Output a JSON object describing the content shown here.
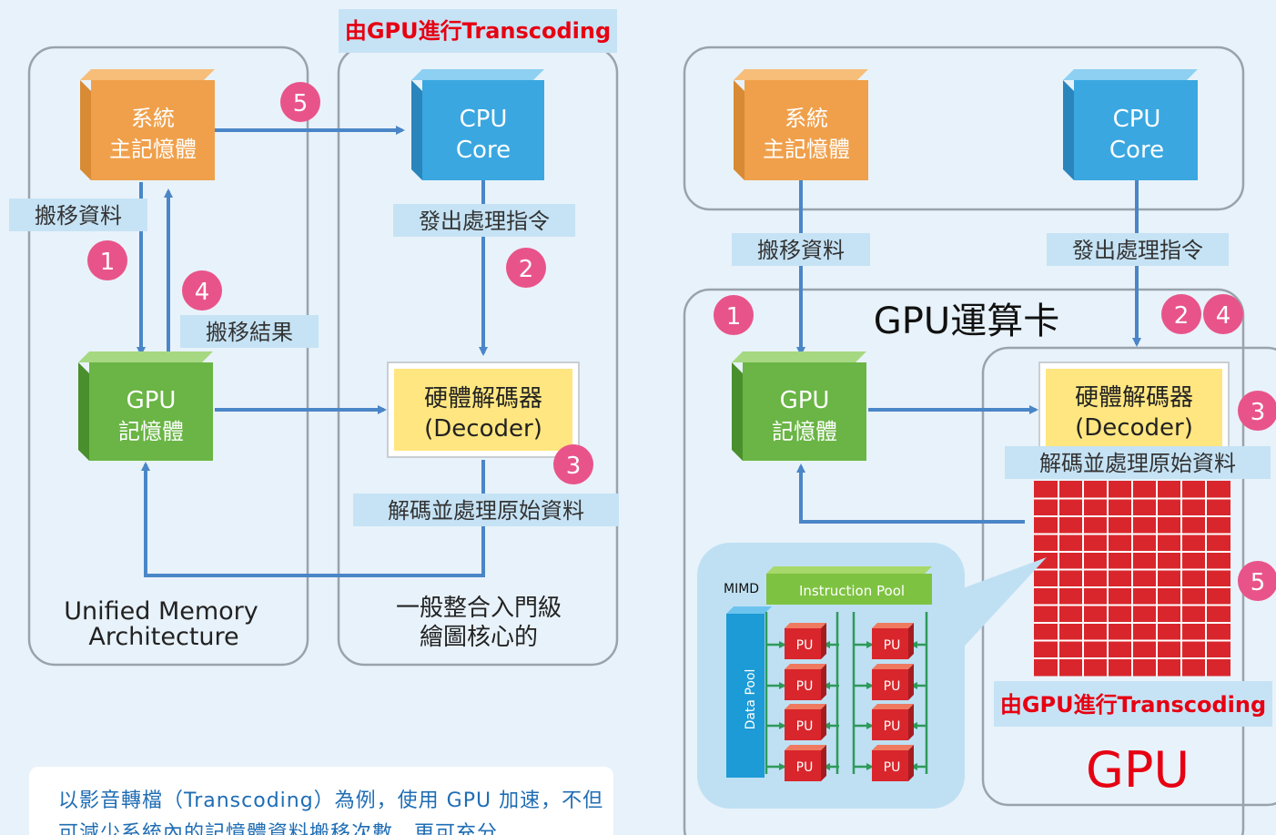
{
  "left": {
    "banner": "由GPU進行Transcoding",
    "sys_mem": [
      "系統",
      "主記憶體"
    ],
    "cpu": [
      "CPU",
      "Core"
    ],
    "gpu_mem": [
      "GPU",
      "記憶體"
    ],
    "decoder": [
      "硬體解碼器",
      "(Decoder)"
    ],
    "label_move_data": "搬移資料",
    "label_issue_cmd": "發出處理指令",
    "label_move_result": "搬移結果",
    "label_decode": "解碼並處理原始資料",
    "group_uma": [
      "Unified Memory",
      "Architecture"
    ],
    "group_igpu": [
      "一般整合入門級",
      "繪圖核心的"
    ],
    "steps": [
      "1",
      "2",
      "3",
      "4",
      "5"
    ]
  },
  "right": {
    "sys_mem": [
      "系統",
      "主記憶體"
    ],
    "cpu": [
      "CPU",
      "Core"
    ],
    "label_move_data": "搬移資料",
    "label_issue_cmd": "發出處理指令",
    "card_title": "GPU運算卡",
    "gpu_mem": [
      "GPU",
      "記憶體"
    ],
    "decoder": [
      "硬體解碼器",
      "(Decoder)"
    ],
    "label_decode": "解碼並處理原始資料",
    "banner": "由GPU進行Transcoding",
    "gpu_label": "GPU",
    "steps": [
      "1",
      "2",
      "4",
      "3",
      "5"
    ],
    "inset": {
      "mimd": "MIMD",
      "instruction_pool": "Instruction Pool",
      "data_pool": "Data Pool",
      "pu": "PU"
    }
  },
  "description": "以影音轉檔（Transcoding）為例，使用 GPU 加速，不但可減少系統內的記憶體資料搬移次數，更可充分",
  "colors": {
    "orange": "#f0a04b",
    "blue": "#3aa7e0",
    "green": "#6ab545",
    "yellow": "#ffe680",
    "red_grid": "#d9262c",
    "badge": "#e8548a",
    "arrow": "#4a86c7",
    "label_bg": "#c6e3f5",
    "title_red": "#e60012",
    "text_blue": "#1f6db4"
  }
}
